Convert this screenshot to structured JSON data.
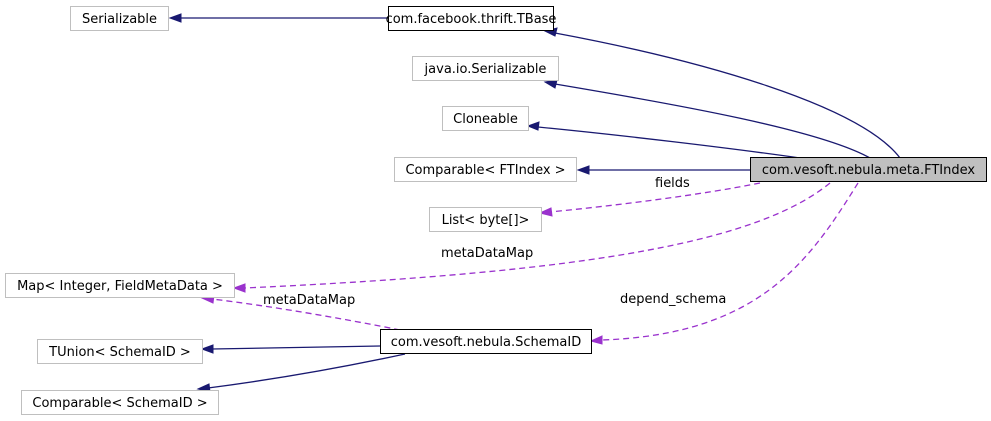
{
  "nodes": {
    "serializable": "Serializable",
    "tbase": "com.facebook.thrift.TBase",
    "java_io_serializable": "java.io.Serializable",
    "cloneable": "Cloneable",
    "comparable_ftindex": "Comparable< FTIndex >",
    "ftindex": "com.vesoft.nebula.meta.FTIndex",
    "list_byte": "List< byte[]>",
    "map_integer": "Map< Integer, FieldMetaData >",
    "tunion_schemaid": "TUnion< SchemaID >",
    "schemaid": "com.vesoft.nebula.SchemaID",
    "comparable_schemaid": "Comparable< SchemaID >"
  },
  "edge_labels": {
    "fields": "fields",
    "metadatamap_ftindex": "metaDataMap",
    "metadatamap_schemaid": "metaDataMap",
    "depend_schema": "depend_schema"
  },
  "colors": {
    "inheritance": "#191970",
    "usage": "#9a32cd",
    "focus_fill": "#bfbfbf",
    "external_border": "#bfbfbf"
  }
}
